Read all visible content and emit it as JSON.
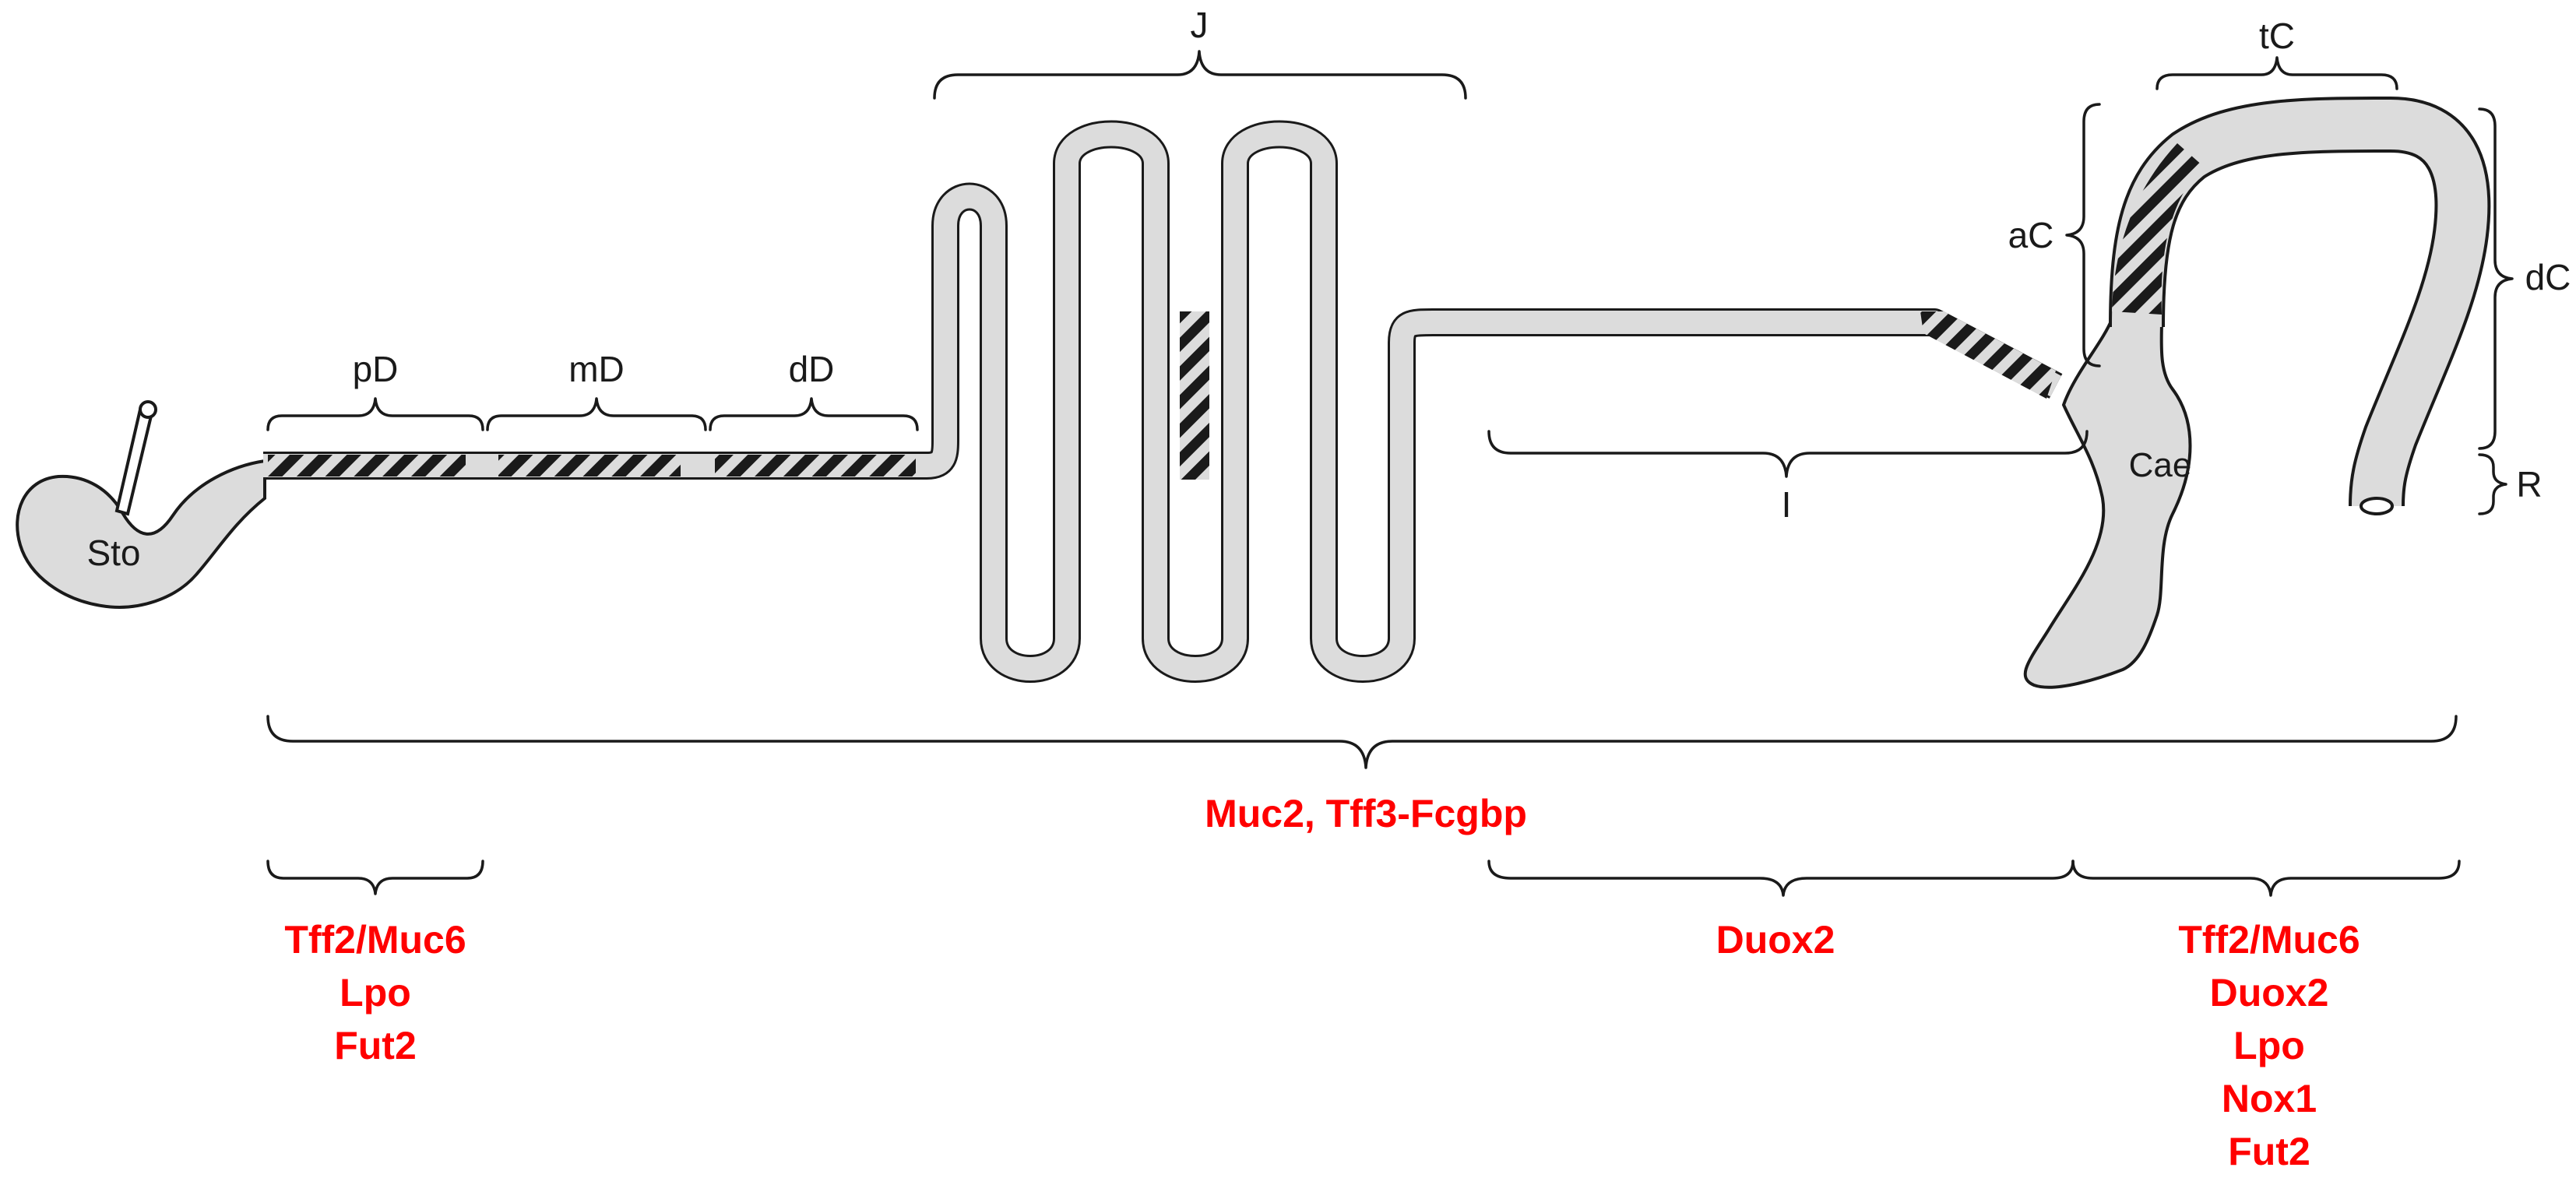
{
  "segments": {
    "stomach": "Sto",
    "proximal_duodenum": "pD",
    "mid_duodenum": "mD",
    "distal_duodenum": "dD",
    "jejunum": "J",
    "ileum": "I",
    "caecum": "Cae",
    "ascending_colon": "aC",
    "transverse_colon": "tC",
    "descending_colon": "dC",
    "rectum": "R"
  },
  "markers": {
    "whole_intestine": "Muc2, Tff3-Fcgbp",
    "duodenum": [
      "Tff2/Muc6",
      "Lpo",
      "Fut2"
    ],
    "ileum": [
      "Duox2"
    ],
    "colon": [
      "Tff2/Muc6",
      "Duox2",
      "Lpo",
      "Nox1",
      "Fut2"
    ]
  },
  "colors": {
    "tissue": "#dcdcdc",
    "outline": "#1a1a1a",
    "marker_text": "#ff0000"
  }
}
